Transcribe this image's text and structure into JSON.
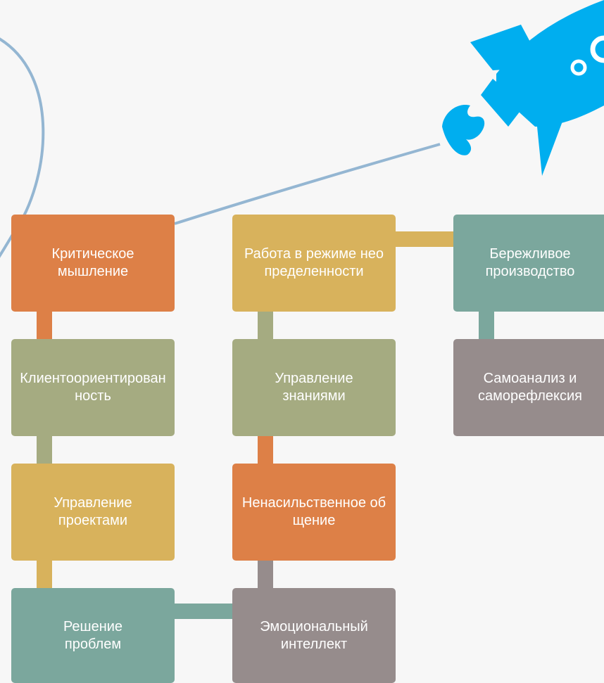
{
  "colors": {
    "orange": "#dd8047",
    "olive": "#a5ab81",
    "yellow": "#d8b25c",
    "teal": "#7ba79d",
    "gray": "#968c8c",
    "line": "#94b6d2",
    "rocket": "#00aeef"
  },
  "icons": {
    "rocket": "rocket-icon"
  },
  "nodes": {
    "critical_thinking": "Критическое мышление",
    "client_orientation": "Клиентоориентированность",
    "project_management": "Управление проектами",
    "problem_solving": "Решение проблем",
    "uncertainty": "Работа в режиме неопределенности",
    "knowledge_management": "Управление знаниями",
    "nonviolent_communication": "Ненасильственное общение",
    "emotional_intelligence": "Эмоциональный интеллект",
    "lean_production": "Бережливое производство",
    "self_analysis": "Самоанализ и саморефлексия"
  }
}
